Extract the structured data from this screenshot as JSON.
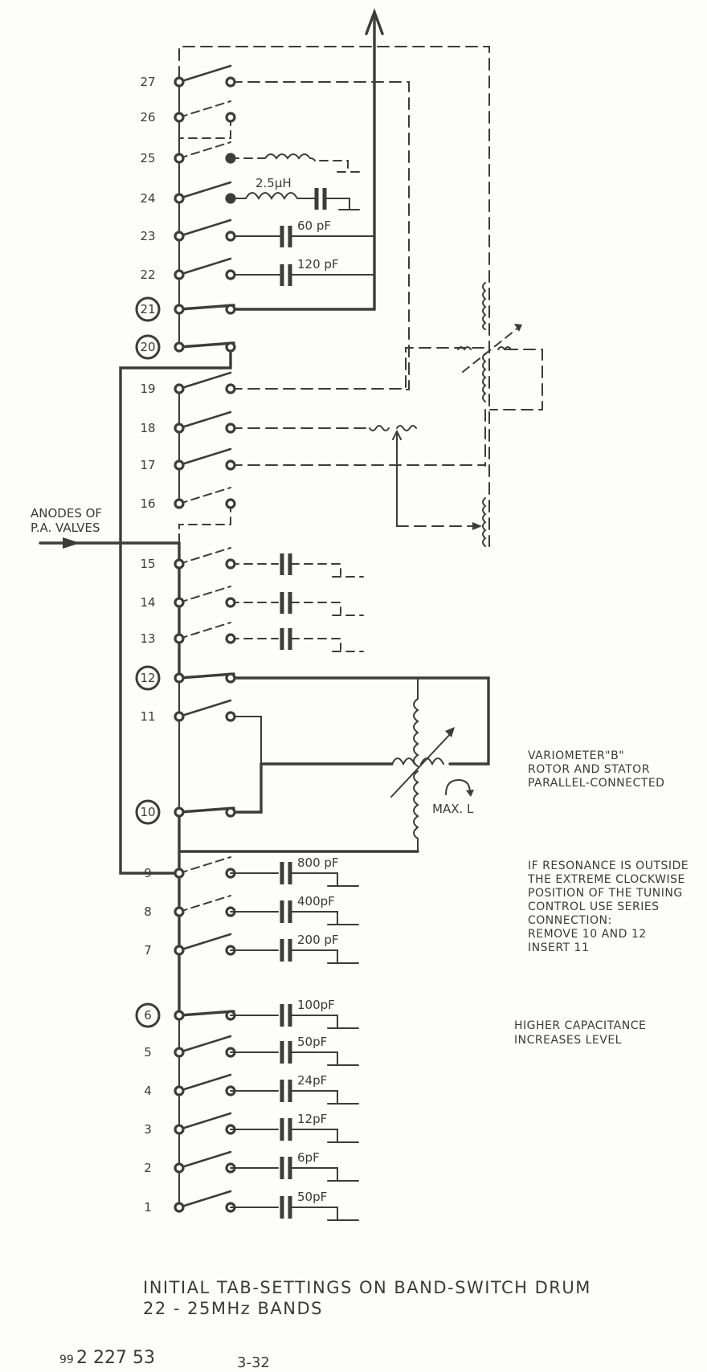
{
  "diagram": {
    "title_line1": "INITIAL  TAB-SETTINGS  ON  BAND-SWITCH  DRUM",
    "title_line2": "22 - 25MHz BANDS",
    "doc_number_prefix": "99",
    "doc_number": "2  227 53",
    "page_ref": "3-32",
    "input_label_line1": "ANODES OF",
    "input_label_line2": "P.A. VALVES",
    "inductor_label": "2.5µH",
    "max_l_label": "MAX. L",
    "variometer_note": [
      "VARIOMETER\"B\"",
      "ROTOR  AND  STATOR",
      "PARALLEL-CONNECTED"
    ],
    "resonance_note": [
      "IF RESONANCE  IS OUTSIDE",
      "THE EXTREME CLOCKWISE",
      "POSITION OF THE TUNING",
      "CONTROL  USE SERIES",
      "CONNECTION:",
      "REMOVE 10 AND 12",
      "INSERT 11"
    ],
    "capacitance_note": [
      "HIGHER CAPACITANCE",
      "INCREASES LEVEL"
    ],
    "tabs": [
      {
        "n": "27",
        "circled": false,
        "state": "solid"
      },
      {
        "n": "26",
        "circled": false,
        "state": "dashed"
      },
      {
        "n": "25",
        "circled": false,
        "state": "dashed"
      },
      {
        "n": "24",
        "circled": false,
        "state": "solid"
      },
      {
        "n": "23",
        "circled": false,
        "state": "solid",
        "cap": "60 pF"
      },
      {
        "n": "22",
        "circled": false,
        "state": "solid",
        "cap": "120 pF"
      },
      {
        "n": "21",
        "circled": true,
        "state": "closed"
      },
      {
        "n": "20",
        "circled": true,
        "state": "closed"
      },
      {
        "n": "19",
        "circled": false,
        "state": "solid"
      },
      {
        "n": "18",
        "circled": false,
        "state": "solid"
      },
      {
        "n": "17",
        "circled": false,
        "state": "solid"
      },
      {
        "n": "16",
        "circled": false,
        "state": "dashed"
      },
      {
        "n": "15",
        "circled": false,
        "state": "dashed"
      },
      {
        "n": "14",
        "circled": false,
        "state": "dashed"
      },
      {
        "n": "13",
        "circled": false,
        "state": "dashed"
      },
      {
        "n": "12",
        "circled": true,
        "state": "closed"
      },
      {
        "n": "11",
        "circled": false,
        "state": "solid"
      },
      {
        "n": "10",
        "circled": true,
        "state": "closed"
      },
      {
        "n": "9",
        "circled": false,
        "state": "dashed",
        "cap": "800 pF"
      },
      {
        "n": "8",
        "circled": false,
        "state": "dashed",
        "cap": "400pF"
      },
      {
        "n": "7",
        "circled": false,
        "state": "solid",
        "cap": "200 pF"
      },
      {
        "n": "6",
        "circled": true,
        "state": "closed",
        "cap": "100pF"
      },
      {
        "n": "5",
        "circled": false,
        "state": "solid",
        "cap": "50pF"
      },
      {
        "n": "4",
        "circled": false,
        "state": "solid",
        "cap": "24pF"
      },
      {
        "n": "3",
        "circled": false,
        "state": "solid",
        "cap": "12pF"
      },
      {
        "n": "2",
        "circled": false,
        "state": "solid",
        "cap": "6pF"
      },
      {
        "n": "1",
        "circled": false,
        "state": "solid",
        "cap": "50pF"
      }
    ]
  }
}
